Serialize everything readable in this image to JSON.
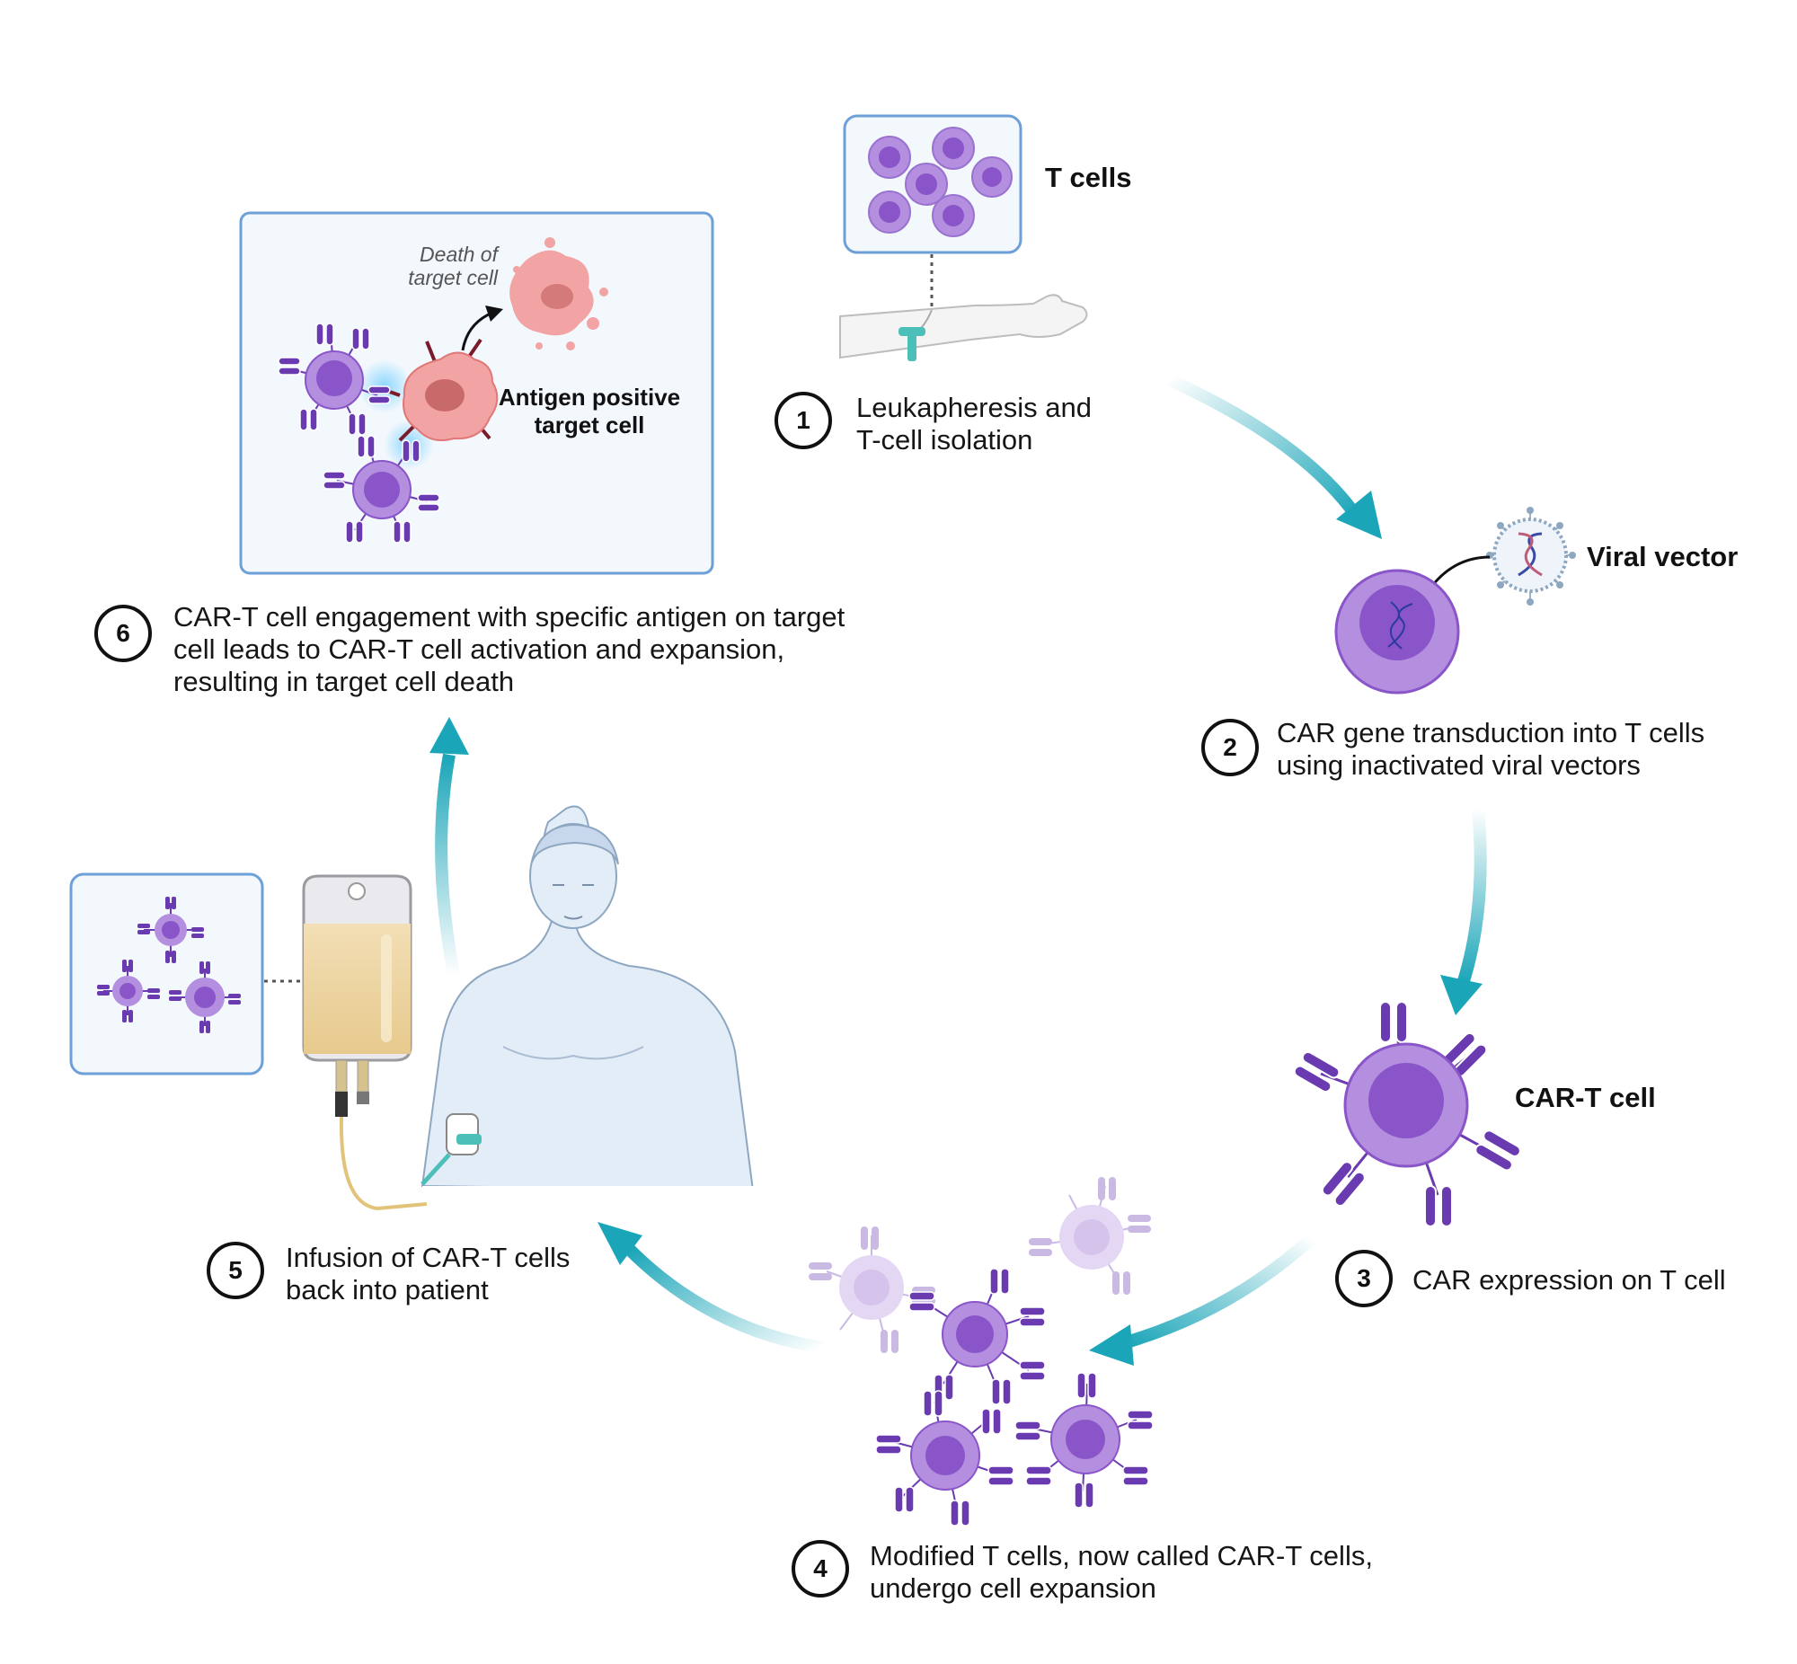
{
  "labels": {
    "t_cells": "T cells",
    "viral_vector": "Viral vector",
    "car_t_cell": "CAR-T cell",
    "antigen_target": "Antigen positive target cell",
    "death_target": "Death of target cell"
  },
  "steps": [
    {
      "number": "1",
      "text": "Leukapheresis and T-cell isolation"
    },
    {
      "number": "2",
      "text": "CAR gene transduction into T cells using inactivated viral vectors"
    },
    {
      "number": "3",
      "text": "CAR expression on T cell"
    },
    {
      "number": "4",
      "text": "Modified T cells, now called CAR-T cells, undergo cell expansion"
    },
    {
      "number": "5",
      "text": "Infusion of CAR-T cells back into patient"
    },
    {
      "number": "6",
      "text": "CAR-T cell  engagement with specific antigen on target cell leads to CAR-T cell activation and expansion, resulting in target cell death"
    }
  ],
  "colors": {
    "arrow": "#1aa5b8",
    "cell_outer": "#b48fe0",
    "cell_nucleus": "#8a55c8",
    "receptor": "#6a3ab0",
    "target_cell": "#f2a3a3",
    "box_border": "#6ea0d8",
    "box_fill": "#f3f8fd"
  }
}
